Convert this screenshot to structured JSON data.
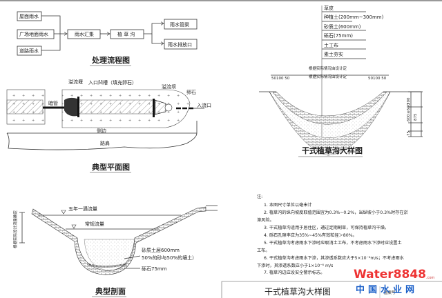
{
  "flow": {
    "title": "处理流程图",
    "sources": [
      "屋面雨水",
      "广场地面雨水",
      "道路雨水"
    ],
    "collect": "雨水汇集",
    "swale": "植 草 沟",
    "outputs": [
      "雨水管渠",
      "雨水排放口"
    ]
  },
  "plan": {
    "title": "典型平面图",
    "labels": {
      "overflow_weir": "溢流堰",
      "inlet_pit": "入口凹槽（填充卵石）",
      "overflow_dam": "溢流坝",
      "cobble": "卵石",
      "culvert": "暗管",
      "inlet": "入流口",
      "curb": "侧边",
      "road": "路肩"
    }
  },
  "section": {
    "title": "典型剖面",
    "dim_label": "根据实际设计流量确定",
    "five_year": "五年一遇流量",
    "normal": "常规流量",
    "sand_layer": "砂质土层600mm",
    "sand_mix": "50%的砂与50%的壤土）",
    "gravel": "砾石75mm"
  },
  "detail": {
    "title": "干式植草沟大样图",
    "layers": [
      "草皮",
      "种植土(200mm~300mm)",
      "砂质土(600mm)",
      "砾石(75mm)",
      "土工布",
      "素土夯实"
    ],
    "width_note": "根据实际情况由设计定",
    "dims_left": "50100 50",
    "dims_right": "50100 50",
    "depth_dims": [
      "200",
      "600",
      "75",
      "≤600",
      "875"
    ]
  },
  "notes": {
    "heading": "注:",
    "items": [
      "1. 本图尺寸单位以毫米计",
      "2. 植草沟的纵向坡度取值范围宜为0.3%~0.2%，当纵坡小于0.3%时存在淤",
      "滞风险。",
      "3. 干式植草沟适用于居住区，通过定期割草，可保持植草沟干燥。",
      "4. 砾石孔隙率应为35%~45%有效粒径＞80%。",
      "5. 干式植草沟考虑雨水下渗时应取消土工布，不考虑雨水下渗时应设置土",
      "工布。",
      "6. 干式植草沟考虑雨水下渗，其渗透系数应大于5×10⁻⁶m/s；不考虑雨水",
      "下渗时，其渗透系数应小于1×10⁻⁶ m/s",
      "7. 植草沟边应设安全警示标志。"
    ]
  },
  "titleblock": {
    "title": "干式植草沟大样图",
    "drawing_no_label": "图案号"
  },
  "watermark": {
    "brand": "Water8848",
    "suffix": ".com",
    "cn": "中国水业网"
  }
}
